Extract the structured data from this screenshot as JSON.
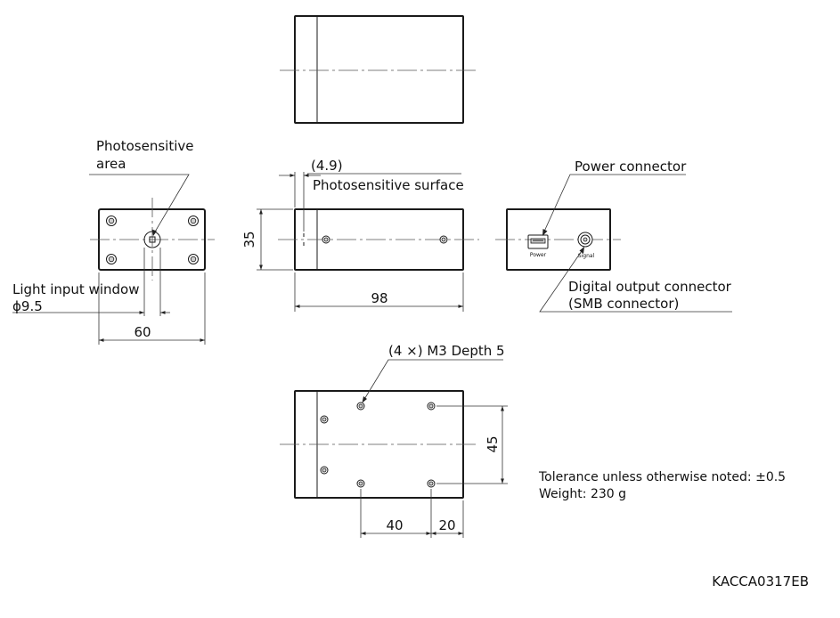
{
  "labels": {
    "photosensitive_area_line1": "Photosensitive",
    "photosensitive_area_line2": "area",
    "thickness_value": "(4.9)",
    "photosensitive_surface": "Photosensitive surface",
    "power_connector": "Power connector",
    "power_label": "Power",
    "signal_label": "Signal",
    "digital_output_line1": "Digital output connector",
    "digital_output_line2": "(SMB connector)",
    "light_input_window": "Light input window",
    "window_diameter": "ϕ9.5",
    "holes_note": "(4 ×) M3 Depth 5",
    "tolerance_note": "Tolerance unless otherwise noted:  ±0.5",
    "weight_note": "Weight: 230 g",
    "drawing_code": "KACCA0317EB"
  },
  "dimensions": {
    "height": "35",
    "length": "98",
    "width": "60",
    "hole_pitch_long": "40",
    "hole_offset": "20",
    "hole_pitch_short": "45"
  }
}
